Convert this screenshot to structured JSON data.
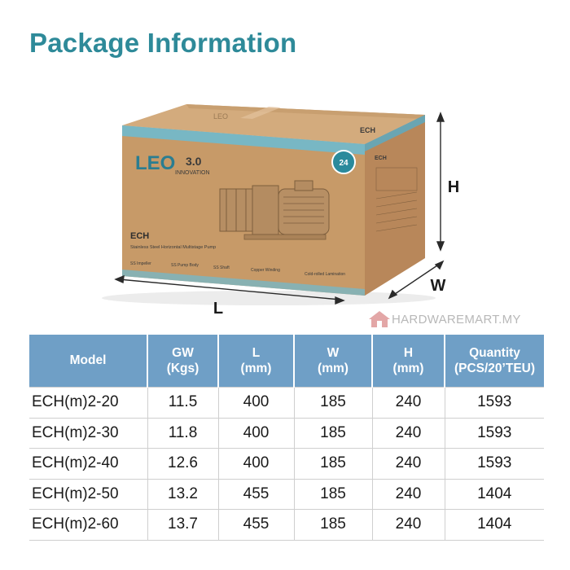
{
  "title": "Package Information",
  "box": {
    "brand_logo": "LEO",
    "series_badge": "3.0",
    "tagline": "INNOVATION",
    "warranty_badge": "24",
    "product_code": "ECH",
    "product_desc": "Stainless Steel Horizontal Multistage Pump",
    "features": [
      "SS Impeller",
      "SS Pump Body",
      "SS Shaft",
      "Copper Winding",
      "Cold-rolled Lamination"
    ],
    "side_label": "ECH",
    "top_print": "LEO"
  },
  "dimensions": {
    "length": "L",
    "width": "W",
    "height": "H"
  },
  "watermark": "HARDWAREMART.MY",
  "colors": {
    "title": "#2e8a99",
    "header_bg": "#6f9fc6",
    "box_front": "#c79a68",
    "box_side": "#b8875a",
    "box_top": "#d3ab7d",
    "teal_band": "#78b7c4"
  },
  "table": {
    "headers": [
      {
        "line1": "Model",
        "line2": ""
      },
      {
        "line1": "GW",
        "line2": "(Kgs)"
      },
      {
        "line1": "L",
        "line2": "(mm)"
      },
      {
        "line1": "W",
        "line2": "(mm)"
      },
      {
        "line1": "H",
        "line2": "(mm)"
      },
      {
        "line1": "Quantity",
        "line2": "(PCS/20’TEU)"
      }
    ],
    "rows": [
      [
        "ECH(m)2-20",
        "11.5",
        "400",
        "185",
        "240",
        "1593"
      ],
      [
        "ECH(m)2-30",
        "11.8",
        "400",
        "185",
        "240",
        "1593"
      ],
      [
        "ECH(m)2-40",
        "12.6",
        "400",
        "185",
        "240",
        "1593"
      ],
      [
        "ECH(m)2-50",
        "13.2",
        "455",
        "185",
        "240",
        "1404"
      ],
      [
        "ECH(m)2-60",
        "13.7",
        "455",
        "185",
        "240",
        "1404"
      ]
    ]
  }
}
